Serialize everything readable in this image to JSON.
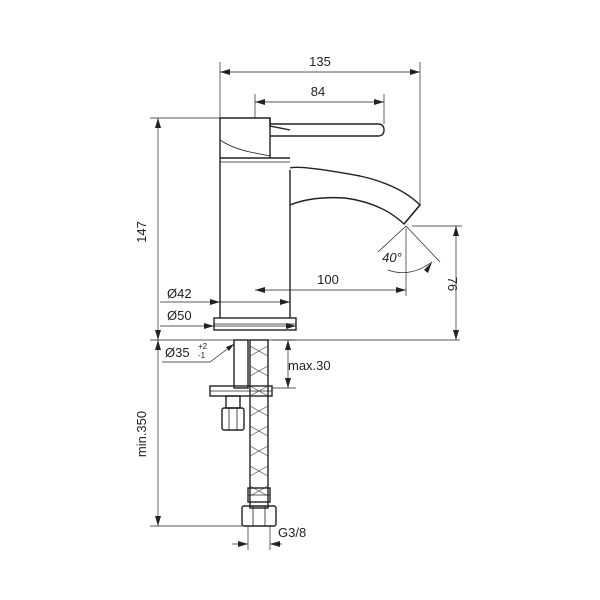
{
  "diagram": {
    "labels": {
      "width_total": "135",
      "lever_length": "84",
      "height_total": "147",
      "spout_reach": "100",
      "spout_height": "76",
      "spout_angle": "40°",
      "diameter_body": "Ø42",
      "diameter_base": "Ø50",
      "diameter_hole": "Ø35",
      "tolerance_plus": "+2",
      "tolerance_minus": "-1",
      "max_thickness": "max.30",
      "min_hose": "min.350",
      "thread": "G3/8"
    }
  }
}
